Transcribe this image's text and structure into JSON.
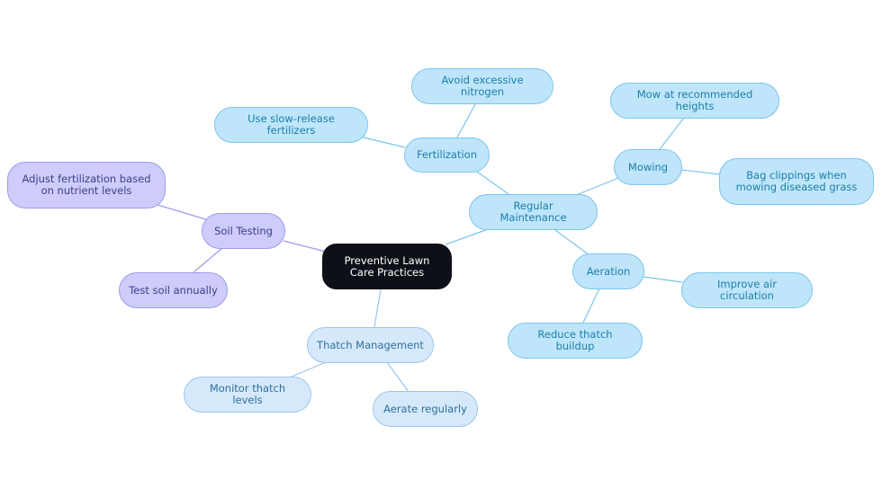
{
  "mindmap": {
    "center": {
      "label": "Preventive Lawn Care Practices"
    },
    "regular_maintenance": {
      "label": "Regular Maintenance"
    },
    "fertilization": {
      "label": "Fertilization"
    },
    "avoid_nitrogen": {
      "label": "Avoid excessive nitrogen"
    },
    "slow_release": {
      "label": "Use slow-release fertilizers"
    },
    "mowing": {
      "label": "Mowing"
    },
    "mow_heights": {
      "label": "Mow at recommended heights"
    },
    "bag_clippings": {
      "label": "Bag clippings when mowing diseased grass"
    },
    "aeration": {
      "label": "Aeration"
    },
    "air_circulation": {
      "label": "Improve air circulation"
    },
    "thatch_buildup": {
      "label": "Reduce thatch buildup"
    },
    "soil_testing": {
      "label": "Soil Testing"
    },
    "adjust_fertilization": {
      "label": "Adjust fertilization based on nutrient levels"
    },
    "test_annually": {
      "label": "Test soil annually"
    },
    "thatch_management": {
      "label": "Thatch Management"
    },
    "monitor_thatch": {
      "label": "Monitor thatch levels"
    },
    "aerate_regularly": {
      "label": "Aerate regularly"
    }
  },
  "colors": {
    "cyan_branch": "#7cc4ec",
    "purple_branch": "#9e9cec",
    "pale_branch": "#9cc6ea",
    "center_fill": "#0d1117"
  }
}
